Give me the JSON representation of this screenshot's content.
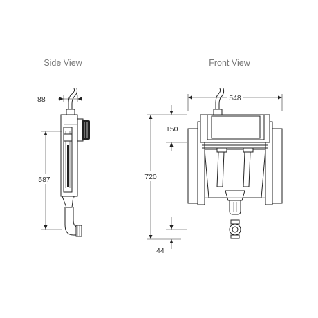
{
  "views": {
    "side": {
      "title": "Side View",
      "dim_depth": "88",
      "dim_height": "587"
    },
    "front": {
      "title": "Front View",
      "dim_width": "548",
      "dim_top": "150",
      "dim_total": "720",
      "dim_bottom": "44"
    }
  },
  "colors": {
    "line": "#222222",
    "title": "#777777",
    "fill_grey": "#d9d9d9"
  }
}
